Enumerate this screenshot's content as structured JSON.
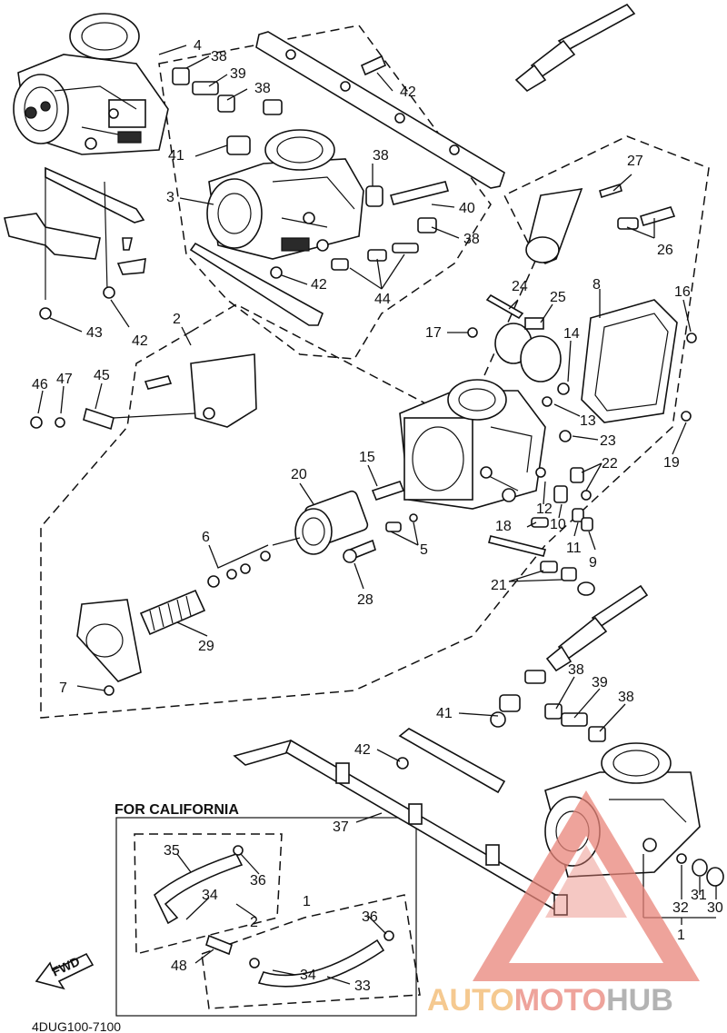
{
  "diagram": {
    "callouts": [
      "4",
      "38",
      "39",
      "38",
      "41",
      "3",
      "38",
      "40",
      "38",
      "42",
      "42",
      "44",
      "43",
      "42",
      "2",
      "27",
      "26",
      "24",
      "25",
      "8",
      "16",
      "17",
      "14",
      "13",
      "23",
      "22",
      "19",
      "46",
      "47",
      "45",
      "15",
      "20",
      "12",
      "10",
      "11",
      "9",
      "18",
      "6",
      "5",
      "21",
      "28",
      "29",
      "7",
      "38",
      "39",
      "38",
      "41",
      "42",
      "37",
      "36",
      "34",
      "35",
      "2",
      "1",
      "36",
      "34",
      "48",
      "33",
      "32",
      "31",
      "30",
      "1"
    ],
    "california_label": "FOR CALIFORNIA",
    "fwd_label": "FWD",
    "part_code": "4DUG100-7100"
  },
  "watermark": {
    "parts": [
      "AUTO",
      "MOTO",
      "HUB"
    ],
    "colors": [
      "#f2b86b",
      "#e9857a",
      "#9a9a9a"
    ]
  }
}
